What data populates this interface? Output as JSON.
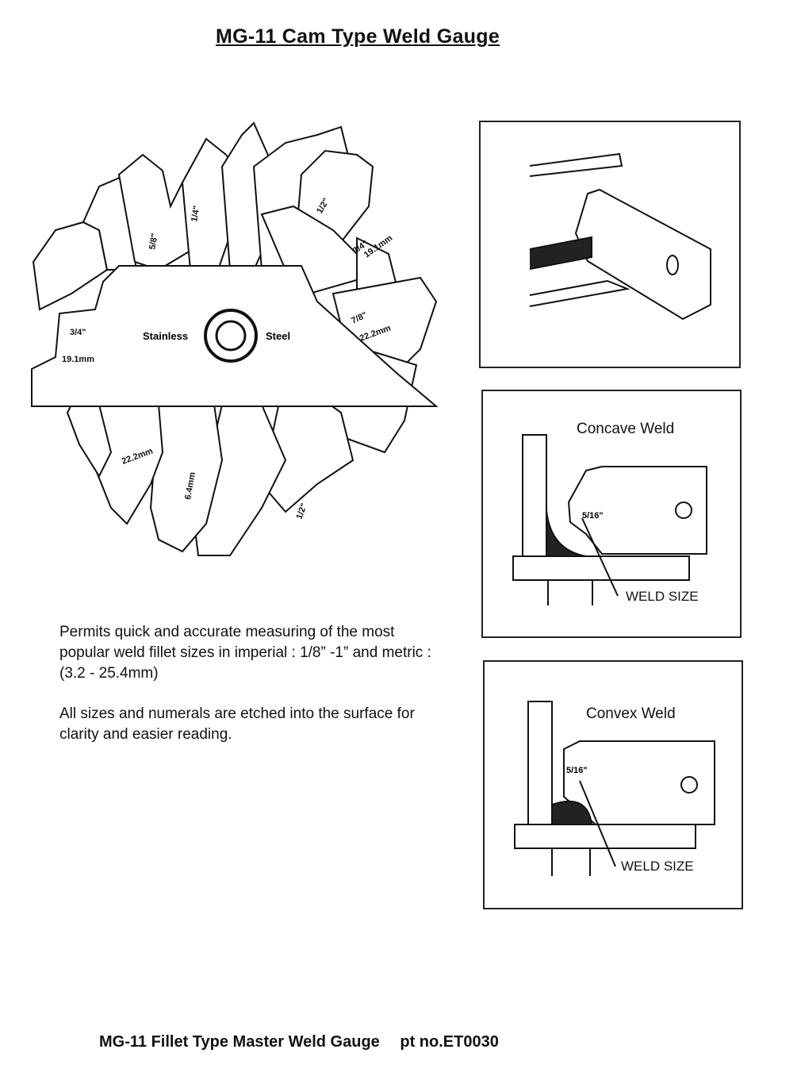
{
  "title": "MG-11 Cam Type Weld Gauge",
  "gauge": {
    "body_words": [
      "Stainless",
      "Steel"
    ],
    "marks": [
      "3/4\"",
      "19.1mm",
      "1/2\"",
      "3/4\"",
      "19.1mm",
      "7/8\"",
      "22.2mm",
      "22.2mm",
      "6.4mm",
      "5/8\"",
      "1/4\"",
      "1/2\""
    ]
  },
  "description": {
    "p1": "Permits quick and accurate measuring of the most popular weld fillet sizes in imperial : 1/8” -1” and metric : (3.2 - 25.4mm)",
    "p2": "All sizes and numerals are etched into the surface for clarity and easier reading."
  },
  "panels": {
    "concave": {
      "title": "Concave Weld",
      "weld_size": "WELD SIZE",
      "mark": "5/16\""
    },
    "convex": {
      "title": "Convex Weld",
      "weld_size": "WELD SIZE",
      "mark": "5/16\""
    }
  },
  "footer": {
    "name": "MG-11 Fillet Type Master Weld Gauge",
    "part": "pt no.ET0030"
  }
}
